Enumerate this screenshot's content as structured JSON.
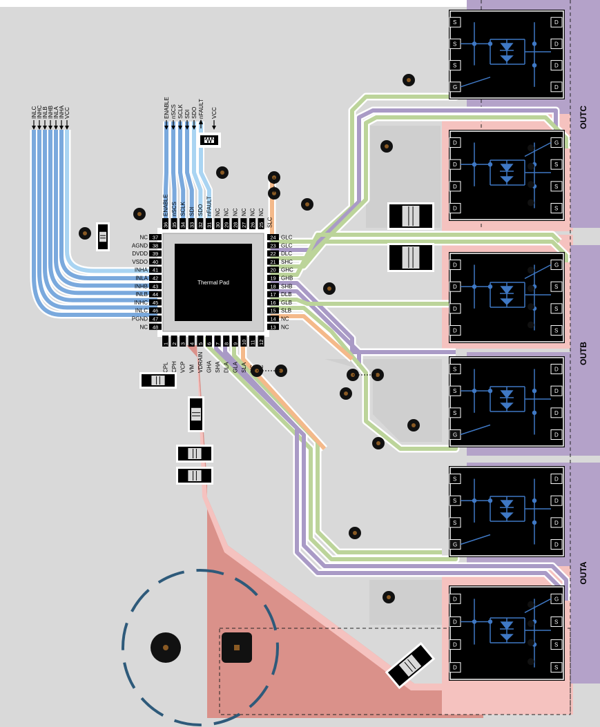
{
  "left_pins": [
    {
      "num": "37",
      "name": "NC"
    },
    {
      "num": "38",
      "name": "AGND"
    },
    {
      "num": "39",
      "name": "DVDD"
    },
    {
      "num": "40",
      "name": "VSDO"
    },
    {
      "num": "41",
      "name": "INHA"
    },
    {
      "num": "42",
      "name": "INLA"
    },
    {
      "num": "43",
      "name": "INHB"
    },
    {
      "num": "44",
      "name": "INLB"
    },
    {
      "num": "45",
      "name": "INHC"
    },
    {
      "num": "46",
      "name": "INLC"
    },
    {
      "num": "47",
      "name": "PGND"
    },
    {
      "num": "48",
      "name": "NC"
    }
  ],
  "right_pins": [
    {
      "num": "24",
      "name": "GLC"
    },
    {
      "num": "23",
      "name": "GLC"
    },
    {
      "num": "22",
      "name": "DLC"
    },
    {
      "num": "21",
      "name": "SHC"
    },
    {
      "num": "20",
      "name": "GHC"
    },
    {
      "num": "19",
      "name": "GHB"
    },
    {
      "num": "18",
      "name": "SHB"
    },
    {
      "num": "17",
      "name": "DLB"
    },
    {
      "num": "16",
      "name": "GLB"
    },
    {
      "num": "15",
      "name": "SLB"
    },
    {
      "num": "14",
      "name": "NC"
    },
    {
      "num": "13",
      "name": "NC"
    }
  ],
  "top_pins": [
    {
      "num": "36",
      "name": "ENABLE"
    },
    {
      "num": "35",
      "name": "nSCS"
    },
    {
      "num": "34",
      "name": "SCLK"
    },
    {
      "num": "33",
      "name": "SDI"
    },
    {
      "num": "32",
      "name": "SDO"
    },
    {
      "num": "31",
      "name": "nFAULT"
    },
    {
      "num": "30",
      "name": "NC"
    },
    {
      "num": "29",
      "name": "NC"
    },
    {
      "num": "28",
      "name": "NC"
    },
    {
      "num": "27",
      "name": "NC"
    },
    {
      "num": "26",
      "name": "NC"
    },
    {
      "num": "25",
      "name": "NC"
    },
    {
      "num": "",
      "name": "SLC"
    }
  ],
  "bottom_pins": [
    {
      "num": "1",
      "name": "CPL"
    },
    {
      "num": "2",
      "name": "CPH"
    },
    {
      "num": "3",
      "name": "VCP"
    },
    {
      "num": "4",
      "name": "VM"
    },
    {
      "num": "5",
      "name": "VDRAIN"
    },
    {
      "num": "6",
      "name": "GHA"
    },
    {
      "num": "7",
      "name": "SHA"
    },
    {
      "num": "8",
      "name": "DLA"
    },
    {
      "num": "9",
      "name": "GLA"
    },
    {
      "num": "10",
      "name": "SLA"
    },
    {
      "num": "11",
      "name": "NC"
    },
    {
      "num": "12",
      "name": "NC"
    }
  ],
  "left_signals": [
    "INLC",
    "INHC",
    "INLB",
    "INHB",
    "INLA",
    "INHA",
    "VCC"
  ],
  "top_signals": [
    "ENABLE",
    "nSCS",
    "SCLK",
    "SDI",
    "SDO",
    "nFAULT"
  ],
  "vcc_label": "VCC",
  "thermal_pad": "Thermal Pad",
  "mosfet_pin_s": "S",
  "mosfet_pin_d": "D",
  "mosfet_pin_g": "G",
  "outputs": [
    "OUTC",
    "OUTB",
    "OUTA"
  ],
  "colors": {
    "board_bg": "#d9d9d9",
    "copper_power": "#da918a",
    "copper_light": "#f5c2bf",
    "output_bar": "#b4a2c9",
    "trace_blue": "#7aa9dd",
    "trace_light_blue": "#a9d4f2",
    "trace_green": "#bcd49a",
    "trace_purple": "#a99ac6",
    "trace_orange": "#f4b98a",
    "via": "#8a5a24"
  }
}
